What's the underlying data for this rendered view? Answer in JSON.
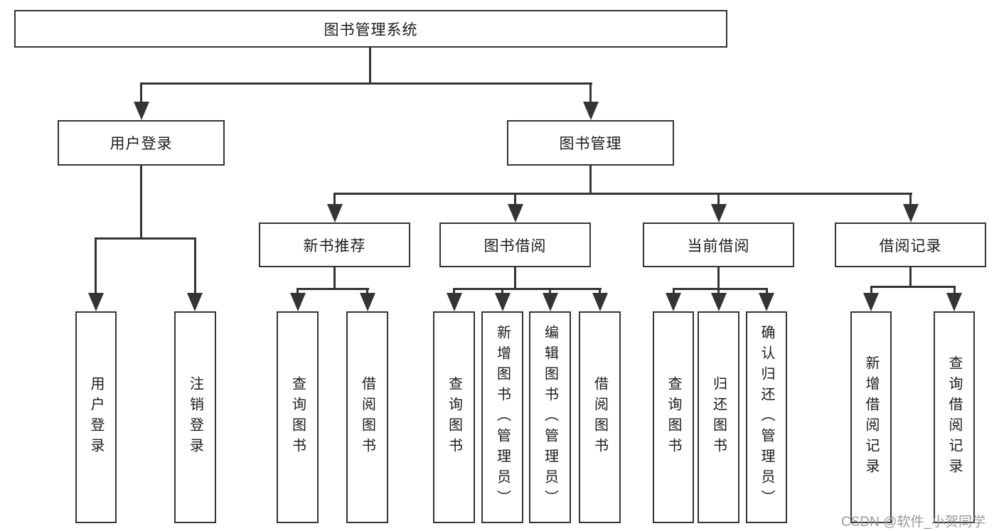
{
  "diagram": {
    "title": "图书管理系统",
    "level2": [
      {
        "label": "用户登录"
      },
      {
        "label": "图书管理"
      }
    ],
    "level3": [
      {
        "label": "新书推荐"
      },
      {
        "label": "图书借阅"
      },
      {
        "label": "当前借阅"
      },
      {
        "label": "借阅记录"
      }
    ],
    "leaves": {
      "user_login": [
        {
          "label": "用户登录"
        },
        {
          "label": "注销登录"
        }
      ],
      "new_book": [
        {
          "label": "查询图书"
        },
        {
          "label": "借阅图书"
        }
      ],
      "book_borrow": [
        {
          "label": "查询图书"
        },
        {
          "label": "新增图书（管理员）"
        },
        {
          "label": "编辑图书（管理员）"
        },
        {
          "label": "借阅图书"
        }
      ],
      "current_borrow": [
        {
          "label": "查询图书"
        },
        {
          "label": "归还图书"
        },
        {
          "label": "确认归还（管理员）"
        }
      ],
      "borrow_records": [
        {
          "label": "新增借阅记录"
        },
        {
          "label": "查询借阅记录"
        }
      ]
    }
  },
  "watermark": {
    "text": "CSDN @软件_小贺同学"
  },
  "colors": {
    "line": "#343434",
    "text": "#1c1c1c",
    "watermark": "#97999c",
    "background": "#ffffff",
    "box_fill": "#ffffff"
  }
}
